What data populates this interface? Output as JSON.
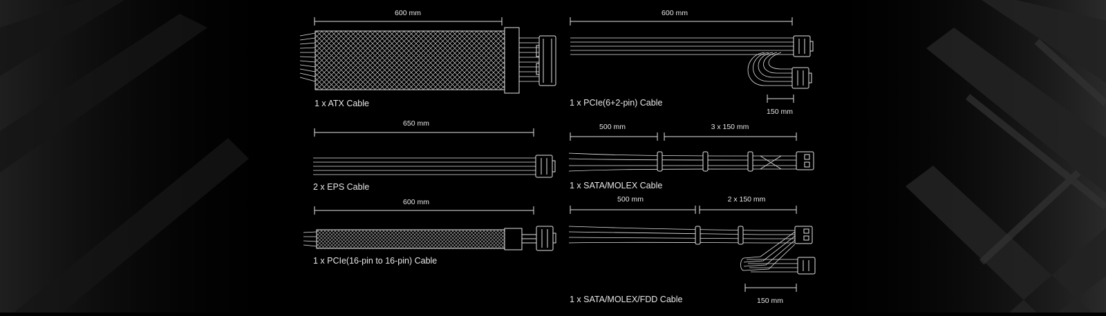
{
  "colors": {
    "background": "#000000",
    "line": "#e6e6e6",
    "texture": "#2a2a2a"
  },
  "cables": {
    "atx": {
      "label": "1 x ATX Cable",
      "length": "600 mm"
    },
    "pcie62": {
      "label": "1 x PCIe(6+2-pin) Cable",
      "length": "600 mm",
      "branch": "150 mm"
    },
    "eps": {
      "label": "2 x EPS Cable",
      "length": "650 mm"
    },
    "sata_molex": {
      "label": "1 x SATA/MOLEX Cable",
      "length": "500 mm",
      "segments": "3 x 150 mm"
    },
    "pcie16": {
      "label": "1 x PCIe(16-pin to 16-pin) Cable",
      "length": "600 mm"
    },
    "sata_molex_fdd": {
      "label": "1 x SATA/MOLEX/FDD Cable",
      "length": "500 mm",
      "segments": "2 x 150 mm",
      "branch": "150 mm"
    }
  }
}
